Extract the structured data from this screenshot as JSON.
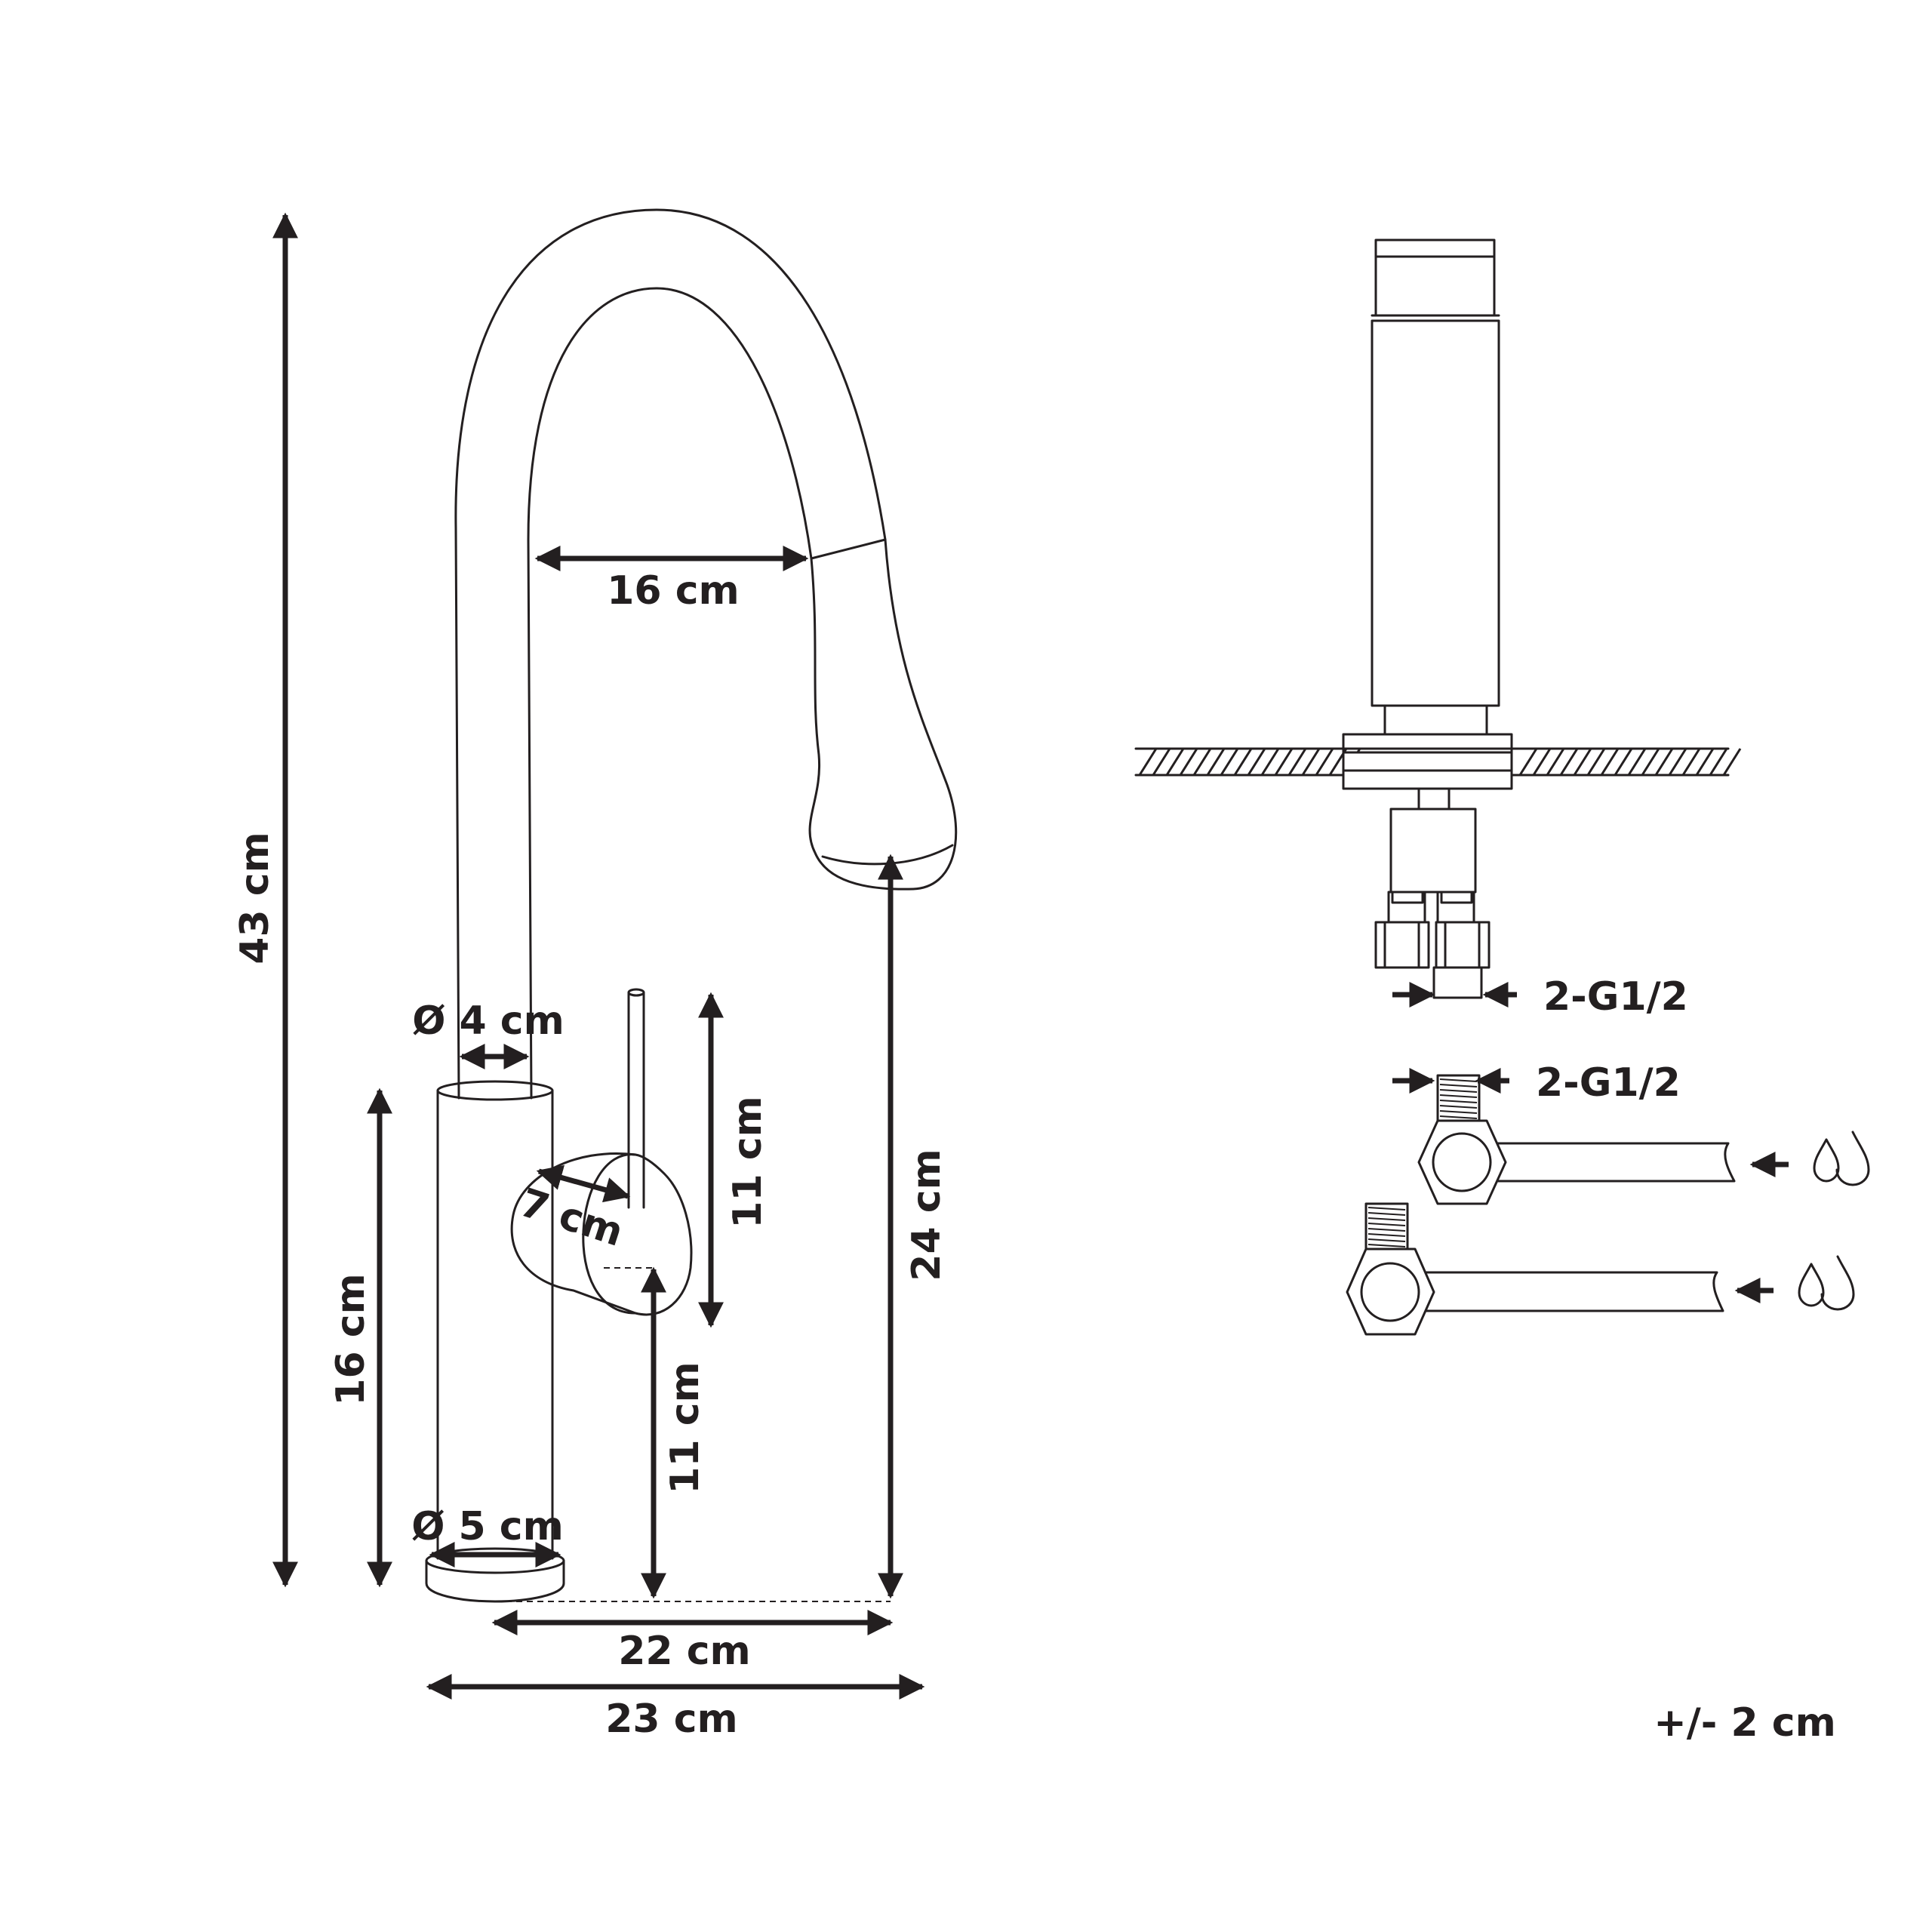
{
  "labels": {
    "total_height": "43 cm",
    "spout_reach": "16 cm",
    "spout_outlet_height": "24 cm",
    "body_height": "16 cm",
    "neck_diameter": "Ø 4 cm",
    "base_diameter": "Ø 5 cm",
    "lever_height": "11 cm",
    "handle_axis_height": "11 cm",
    "handle_length": "7 cm",
    "outlet_offset": "22 cm",
    "total_depth": "23 cm",
    "connector_top": "2-G1/2",
    "connector_bottom": "2-G1/2",
    "tolerance": "+/- 2 cm"
  },
  "icons": {
    "water_inlet_1": "water-drops-icon",
    "water_inlet_2": "water-drops-icon"
  }
}
